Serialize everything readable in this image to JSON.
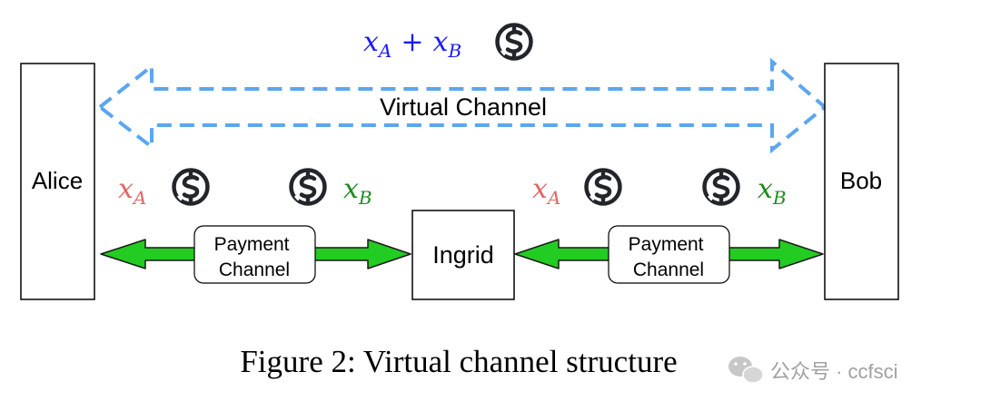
{
  "nodes": {
    "alice": "Alice",
    "bob": "Bob",
    "ingrid": "Ingrid"
  },
  "virtual_channel": {
    "label": "Virtual Channel",
    "sum_label_a": "x",
    "sum_sub_a": "A",
    "plus": "+",
    "sum_label_b": "x",
    "sum_sub_b": "B",
    "color": "#5aa6f0"
  },
  "payment_channels": [
    {
      "line1": "Payment",
      "line2": "Channel"
    },
    {
      "line1": "Payment",
      "line2": "Channel"
    }
  ],
  "balances": {
    "var_x": "x",
    "sub_a": "A",
    "sub_b": "B",
    "color_a": "#e06666",
    "color_b": "#1f8a1f",
    "color_sum": "#1a1aff"
  },
  "coin_icon": "dollar-coin-icon",
  "arrow_color": "#22cc22",
  "caption": "Figure 2: Virtual channel structure",
  "watermark": "公众号 · ccfsci"
}
